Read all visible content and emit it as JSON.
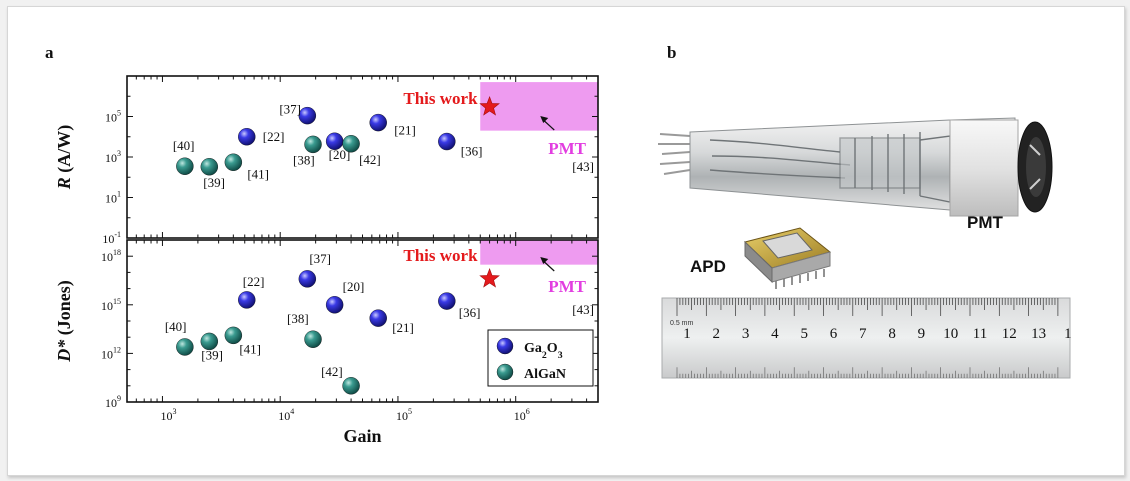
{
  "panel_a_label": "a",
  "panel_b_label": "b",
  "chart_data": [
    {
      "type": "scatter",
      "ylabel_var": "R",
      "ylabel_unit": " (A/W)",
      "xlabel": "Gain",
      "x_log": true,
      "y_log": true,
      "xlim": [
        500,
        5000000
      ],
      "ylim": [
        0.1,
        10000000
      ],
      "y_ticks": [
        -1,
        1,
        3,
        5
      ],
      "grid": false,
      "region": {
        "label": "PMT",
        "x_range": [
          500000,
          5000000
        ],
        "y_range": [
          20000,
          5000000
        ],
        "color": "#ee9bf0"
      },
      "highlight": {
        "label": "This work",
        "x": 600000,
        "y": 300000,
        "color": "#e41a1c"
      },
      "series": [
        {
          "name": "Ga2O3",
          "color": "#2b2bd8",
          "points": [
            {
              "x": 5200,
              "y": 10000,
              "label": "[22]"
            },
            {
              "x": 17000,
              "y": 110000,
              "label": "[37]"
            },
            {
              "x": 29000,
              "y": 6000,
              "label": "[20]"
            },
            {
              "x": 68000,
              "y": 50000,
              "label": "[21]"
            },
            {
              "x": 260000,
              "y": 5800,
              "label": "[36]"
            }
          ]
        },
        {
          "name": "AlGaN",
          "color": "#2f8f86",
          "points": [
            {
              "x": 1550,
              "y": 350,
              "label": "[40]"
            },
            {
              "x": 2500,
              "y": 330,
              "label": "[39]"
            },
            {
              "x": 4000,
              "y": 550,
              "label": "[41]"
            },
            {
              "x": 19000,
              "y": 4200,
              "label": "[38]"
            },
            {
              "x": 40000,
              "y": 4500,
              "label": "[42]"
            }
          ]
        }
      ],
      "extra_labels": [
        {
          "text": "[43]"
        }
      ]
    },
    {
      "type": "scatter",
      "ylabel_var": "D*",
      "ylabel_unit": " (Jones)",
      "xlabel": "Gain",
      "x_log": true,
      "y_log": true,
      "xlim": [
        500,
        5000000
      ],
      "ylim": [
        1000000000,
        10000000000000000000
      ],
      "y_ticks": [
        9,
        12,
        15,
        18
      ],
      "x_ticks": [
        3,
        4,
        5,
        6
      ],
      "grid": false,
      "region": {
        "label": "PMT",
        "x_range": [
          500000,
          5000000
        ],
        "y_range": [
          300000000000000000,
          10000000000000000000
        ],
        "color": "#ee9bf0"
      },
      "highlight": {
        "label": "This work",
        "x": 600000,
        "y": 40000000000000000,
        "color": "#e41a1c"
      },
      "legend": {
        "placement": "bottom-right",
        "entries": [
          "Ga2O3",
          "AlGaN"
        ]
      },
      "series": [
        {
          "name": "Ga2O3",
          "color": "#2b2bd8",
          "points": [
            {
              "x": 5200,
              "y": 2000000000000000,
              "label": "[22]"
            },
            {
              "x": 17000,
              "y": 40000000000000000,
              "label": "[37]"
            },
            {
              "x": 29000,
              "y": 1000000000000000,
              "label": "[20]"
            },
            {
              "x": 68000,
              "y": 150000000000000,
              "label": "[21]"
            },
            {
              "x": 260000,
              "y": 1700000000000000,
              "label": "[36]"
            }
          ]
        },
        {
          "name": "AlGaN",
          "color": "#2f8f86",
          "points": [
            {
              "x": 1550,
              "y": 2500000000000,
              "label": "[40]"
            },
            {
              "x": 2500,
              "y": 5500000000000,
              "label": "[39]"
            },
            {
              "x": 4000,
              "y": 13000000000000,
              "label": "[41]"
            },
            {
              "x": 19000,
              "y": 7500000000000,
              "label": "[38]"
            },
            {
              "x": 40000,
              "y": 10000000000,
              "label": "[42]"
            }
          ]
        }
      ],
      "extra_labels": [
        {
          "text": "[43]"
        }
      ]
    }
  ],
  "photo": {
    "pmt_label": "PMT",
    "apd_label": "APD",
    "ruler_numbers": [
      "1",
      "2",
      "3",
      "4",
      "5",
      "6",
      "7",
      "8",
      "9",
      "10",
      "11",
      "12",
      "13",
      "1"
    ],
    "ruler_unit": "0.5 mm"
  }
}
